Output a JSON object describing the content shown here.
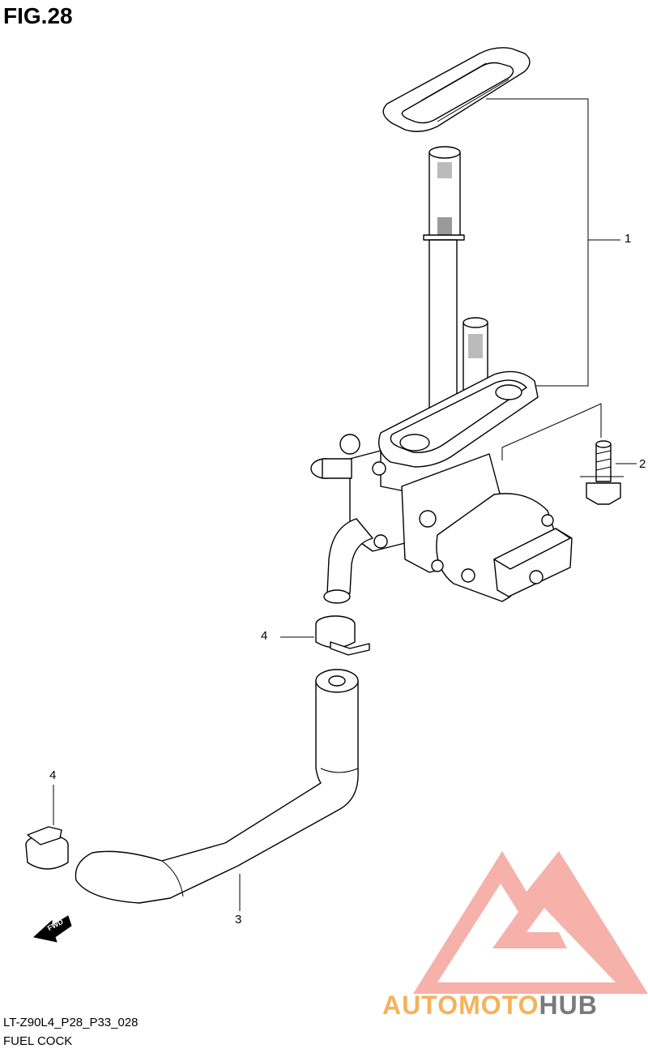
{
  "figure_title": "FIG.28",
  "callouts": [
    {
      "id": "1",
      "label": "1"
    },
    {
      "id": "2",
      "label": "2"
    },
    {
      "id": "3",
      "label": "3"
    },
    {
      "id": "4a",
      "label": "4"
    },
    {
      "id": "4b",
      "label": "4"
    }
  ],
  "fwd_marker": "FWD",
  "footer": {
    "code": "LT-Z90L4_P28_P33_028",
    "name": "FUEL COCK"
  },
  "watermark": {
    "part1": "AUTOMOTO",
    "part2": "HUB",
    "color_primary": "#f08a80",
    "color_accent": "#f5b25a",
    "color_secondary": "#7a7a7a"
  }
}
